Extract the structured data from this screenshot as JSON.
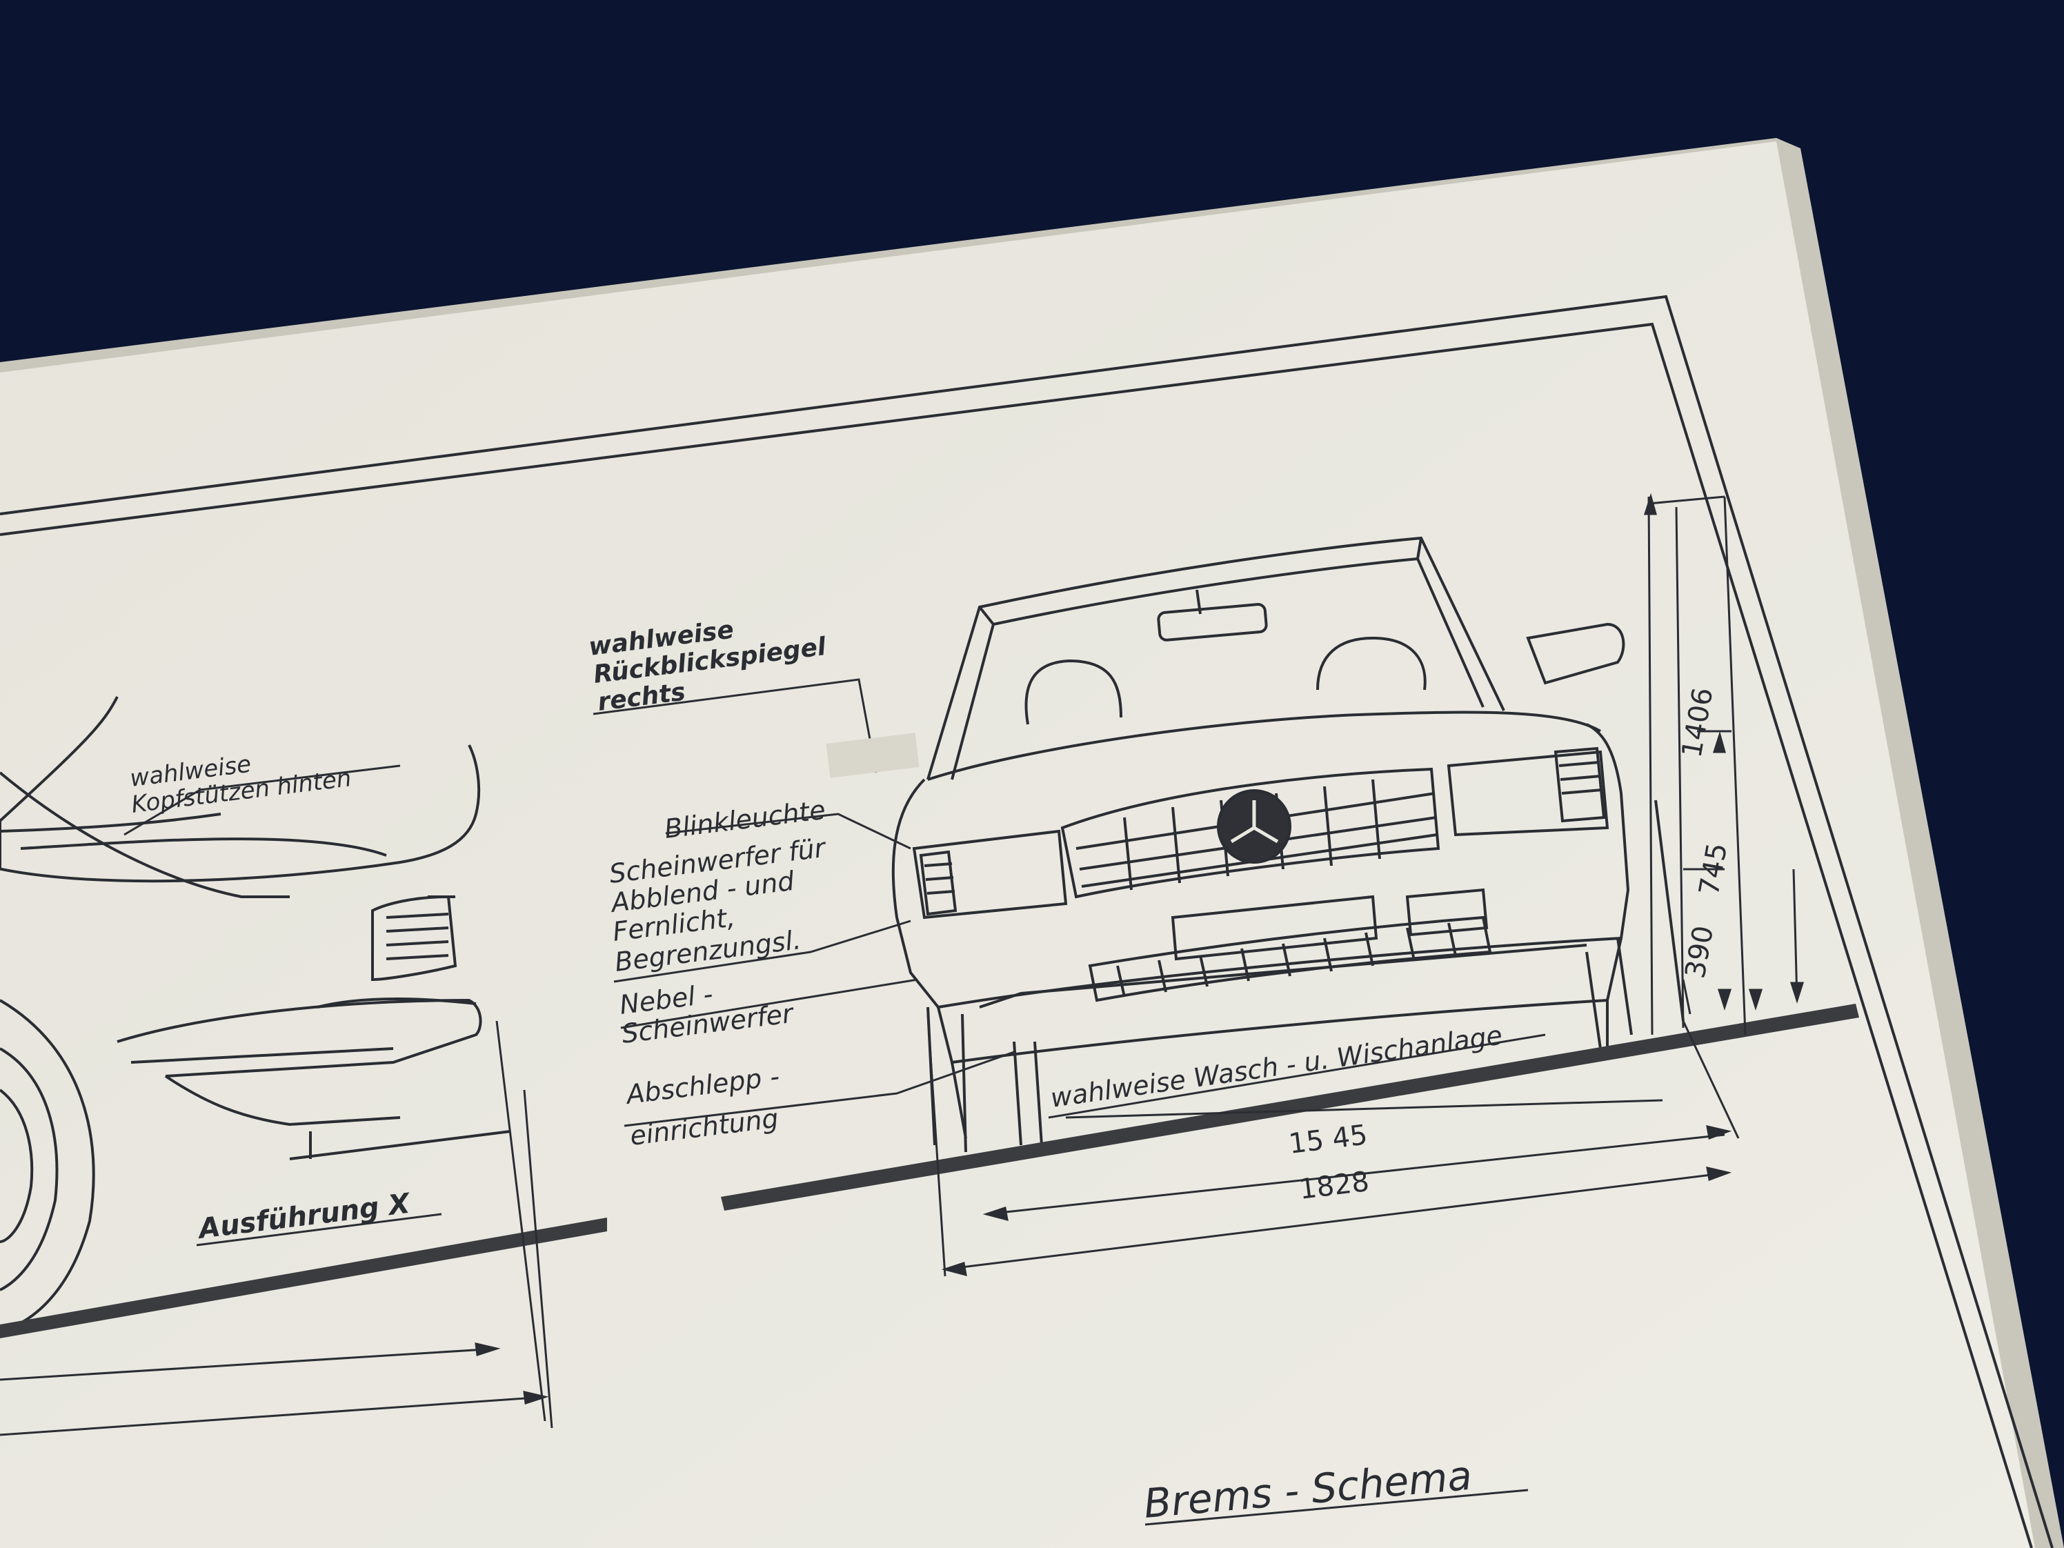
{
  "colors": {
    "background": "#0b1430",
    "paper": "#e9e8e0",
    "paper_edge": "#c9c7bc",
    "ink": "#2a2d33",
    "ground": "#3a3c40"
  },
  "labels": {
    "optional_mirror_line1": "wahlweise",
    "optional_mirror_line2": "Rückblickspiegel",
    "optional_mirror_line3": "rechts",
    "optional_headrests_line1": "wahlweise",
    "optional_headrests_line2": "Kopfstützen hinten",
    "indicator": "Blinkleuchte",
    "headlamp_line1": "Scheinwerfer für",
    "headlamp_line2": "Abblend - und",
    "headlamp_line3": "Fernlicht,",
    "headlamp_line4": "Begrenzungsl.",
    "fog_line1": "Nebel -",
    "fog_line2": "Scheinwerfer",
    "tow_line1": "Abschlepp -",
    "tow_line2": "einrichtung",
    "washer": "wahlweise Wasch - u. Wischanlage",
    "variant": "Ausführung X",
    "brake_schema": "Brems - Schema"
  },
  "dimensions": {
    "height_total": "1406",
    "height_mid": "745",
    "height_low": "390",
    "track_width": "15 45",
    "total_width": "1828"
  }
}
